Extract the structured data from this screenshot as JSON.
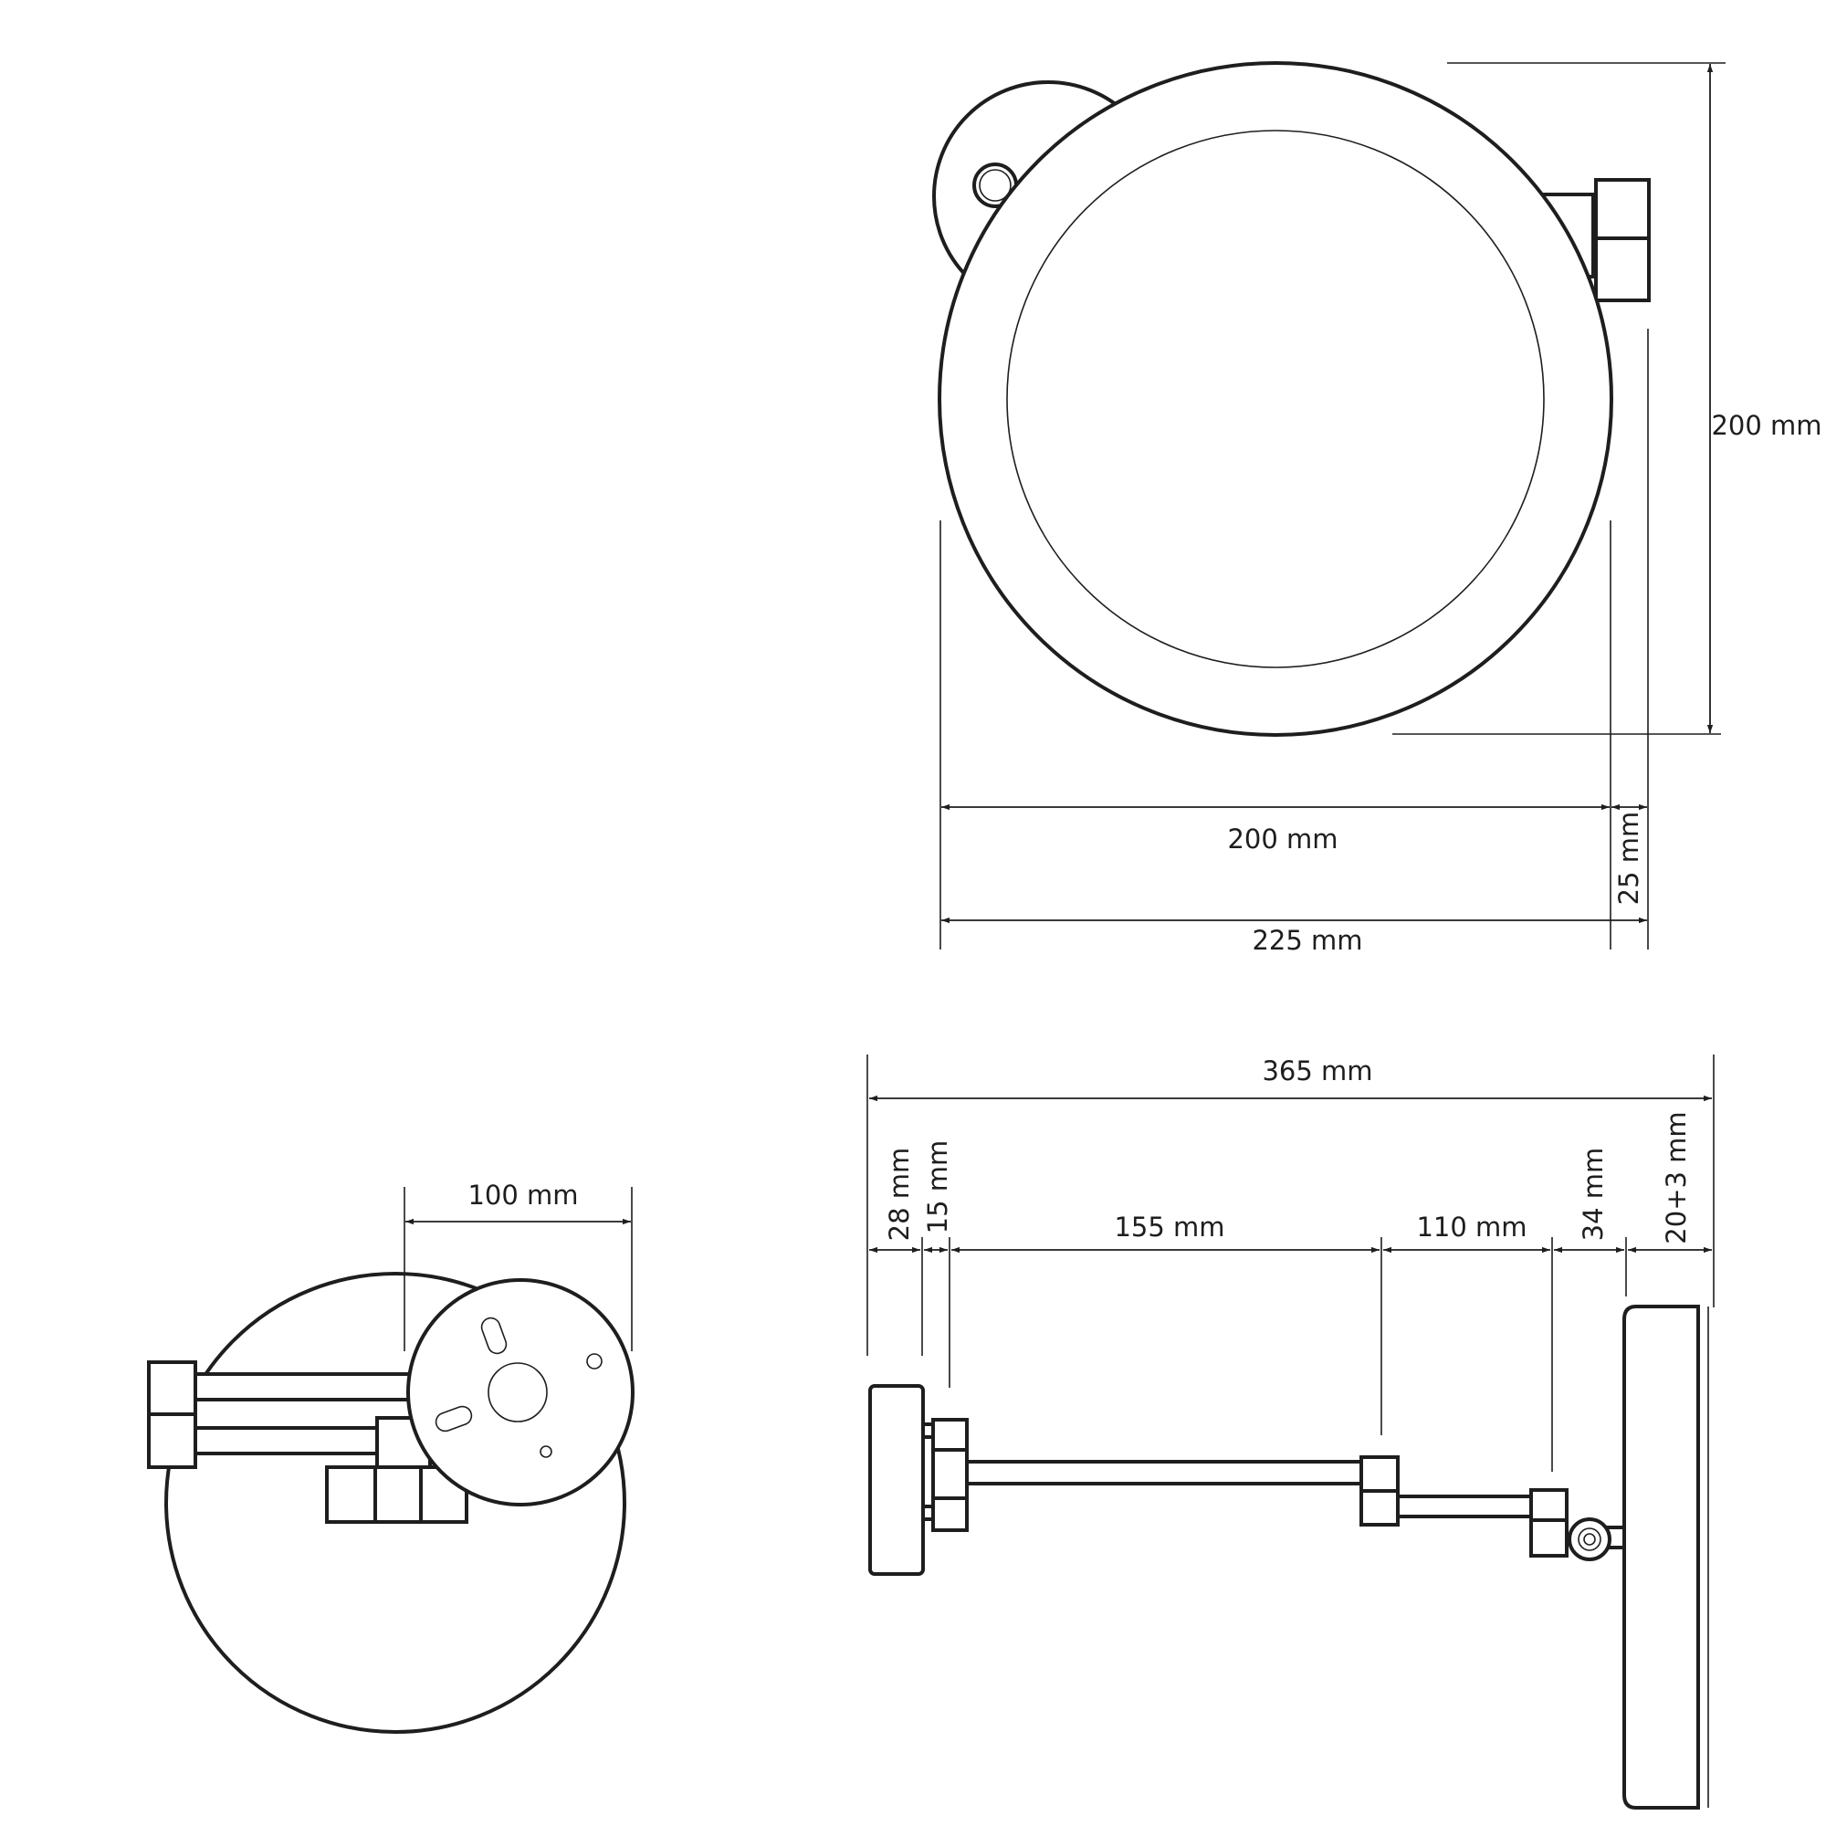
{
  "colors": {
    "line": "#1e1e1e",
    "background": "#ffffff"
  },
  "front_view": {
    "dimensions": {
      "height": "200 mm",
      "mirror_diameter": "200 mm",
      "arm_offset": "25 mm",
      "overall_width": "225 mm"
    }
  },
  "top_view": {
    "dimensions": {
      "plate_diameter": "100 mm"
    }
  },
  "side_view": {
    "dimensions": {
      "overall_length": "365 mm",
      "plate_thickness": "28 mm",
      "joint_1": "15 mm",
      "arm_1": "155 mm",
      "arm_2": "110 mm",
      "pivot": "34 mm",
      "mirror_depth": "20+3 mm"
    }
  }
}
